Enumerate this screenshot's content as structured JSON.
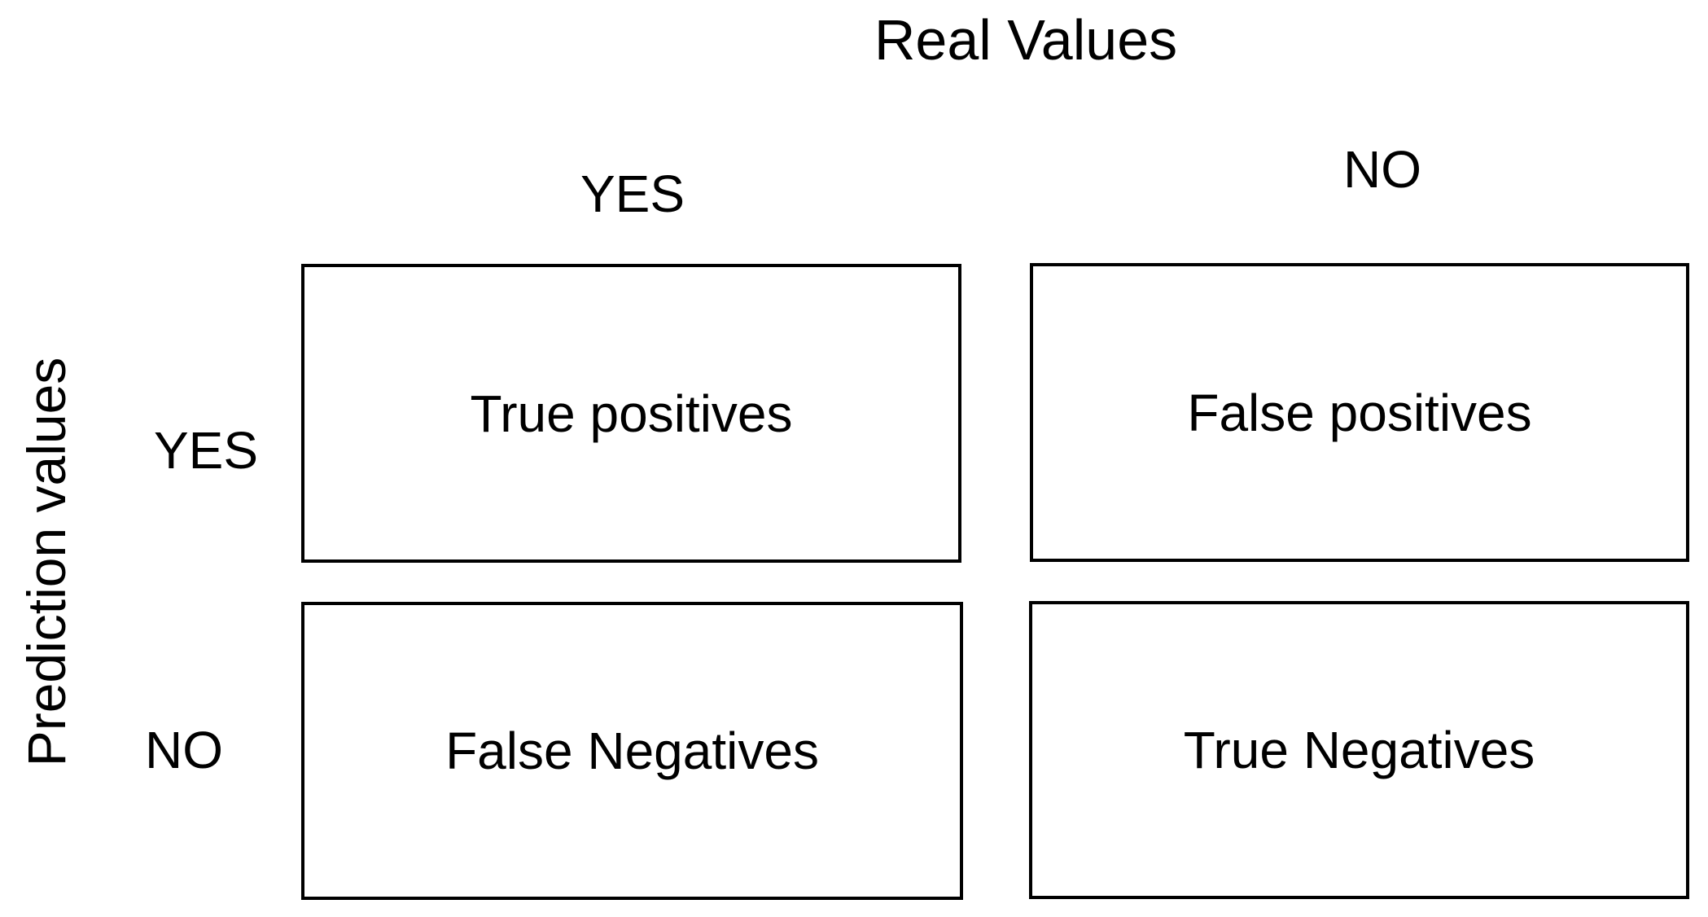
{
  "diagram": {
    "title": "Real Values",
    "side_label": "Prediction values",
    "column_headers": {
      "yes": "YES",
      "no": "NO"
    },
    "row_labels": {
      "yes": "YES",
      "no": "NO"
    },
    "cells": {
      "true_positives": "True positives",
      "false_positives": "False positives",
      "false_negatives": "False Negatives",
      "true_negatives": "True Negatives"
    },
    "colors": {
      "text": "#000000",
      "border": "#000000",
      "background": "#ffffff"
    }
  }
}
